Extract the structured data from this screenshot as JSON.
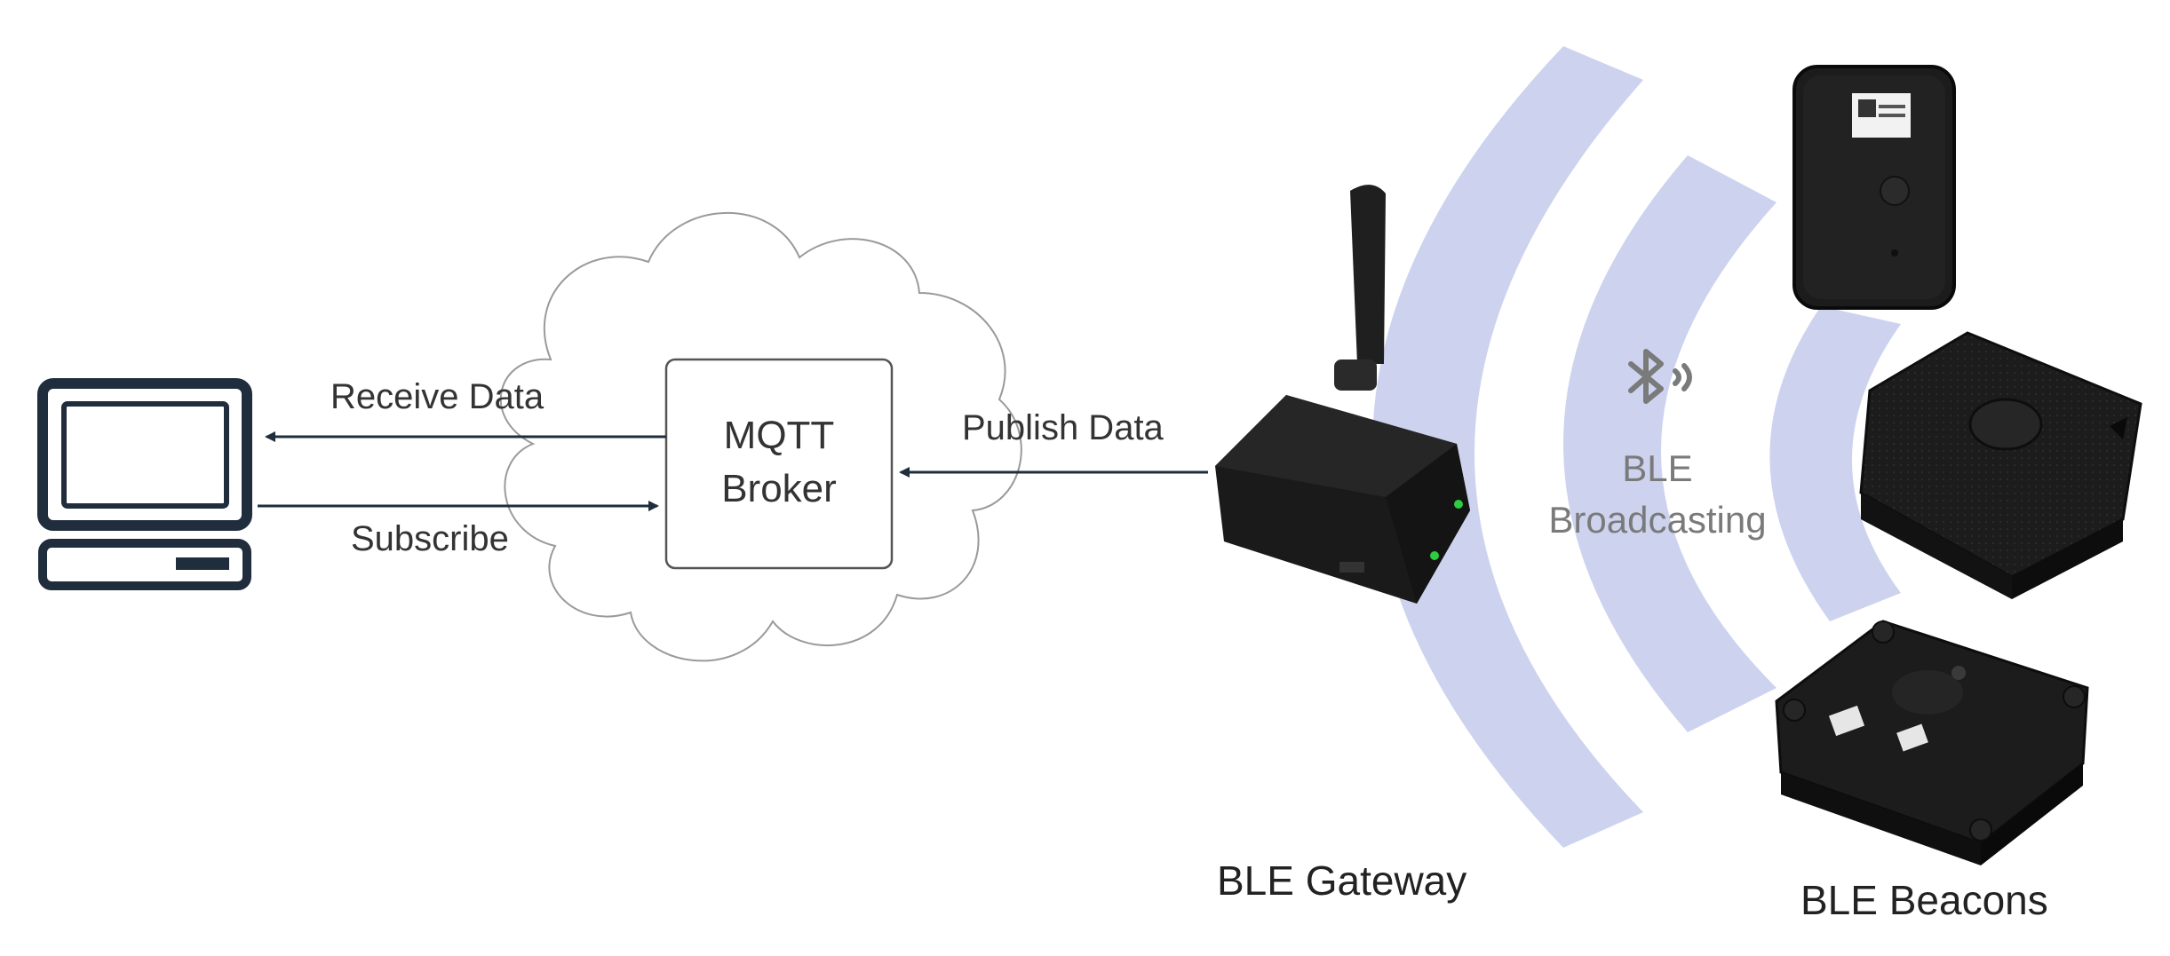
{
  "labels": {
    "receive_data": "Receive Data",
    "subscribe": "Subscribe",
    "broker_line1": "MQTT",
    "broker_line2": "Broker",
    "publish_data": "Publish Data",
    "ble_line1": "BLE",
    "ble_line2": "Broadcasting",
    "gateway": "BLE Gateway",
    "beacons": "BLE Beacons"
  },
  "colors": {
    "ink": "#1f2d3d",
    "wave": "#cdd3ee",
    "device": "#1a1a1a",
    "led": "#2ecc40",
    "muted_text": "#7a7a7a"
  },
  "icons": {
    "computer": "computer-icon",
    "cloud": "cloud-icon",
    "bluetooth": "bluetooth-icon"
  }
}
